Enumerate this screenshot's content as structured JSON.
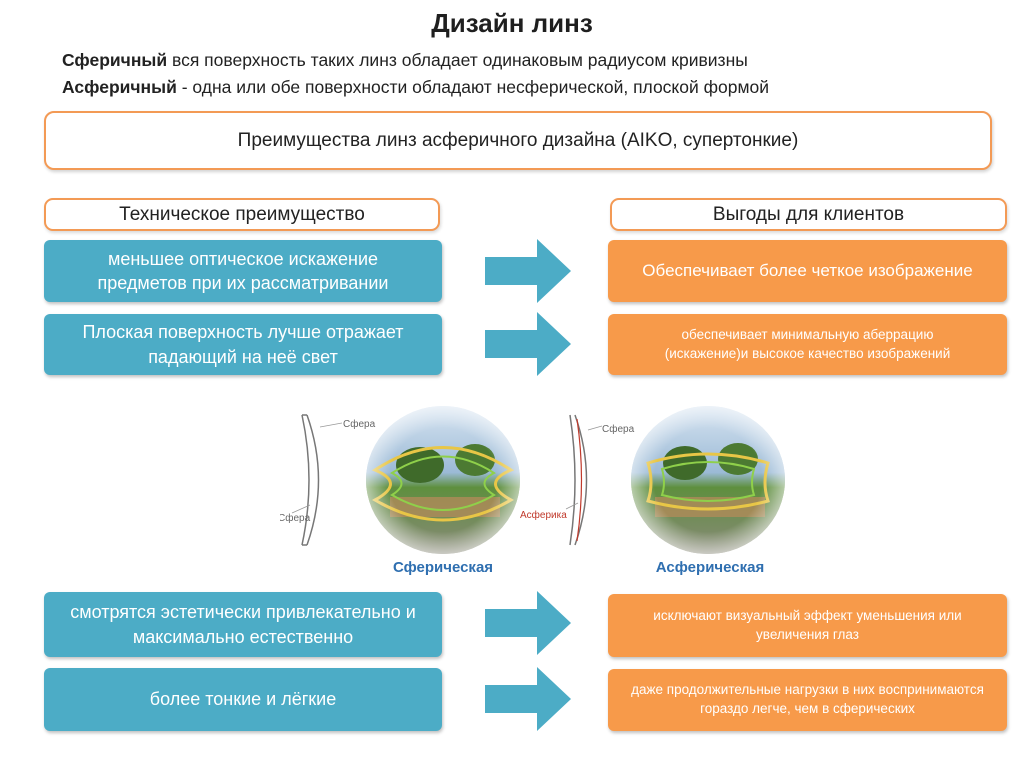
{
  "title": "Дизайн линз",
  "definitions": {
    "spherical_term": "Сферичный",
    "spherical_text": " вся поверхность таких линз обладает одинаковым радиусом кривизны",
    "aspherical_term": "Асферичный",
    "aspherical_text": " - одна или обе поверхности обладают несферической, плоской формой"
  },
  "advantages_header": "Преимущества линз асферичного дизайна (AIKO, супертонкие)",
  "columns": {
    "left": "Техническое преимущество",
    "right": "Выгоды для клиентов"
  },
  "rows": [
    {
      "tech": "меньшее оптическое искажение предметов при их рассматривании",
      "benefit": "Обеспечивает более четкое изображение"
    },
    {
      "tech": "Плоская поверхность лучше отражает падающий на неё свет",
      "benefit": "обеспечивает минимальную аберрацию (искажение)и высокое качество изображений"
    },
    {
      "tech": "смотрятся эстетически привлекательно и максимально естественно",
      "benefit": "исключают визуальный эффект уменьшения или увеличения глаз"
    },
    {
      "tech": "более тонкие и лёгкие",
      "benefit": "даже продолжительные нагрузки в них воспринимаются гораздо легче, чем в сферических"
    }
  ],
  "illustration": {
    "spherical_caption": "Сферическая",
    "aspherical_caption": "Асферическая",
    "label_sphere": "Сфера",
    "label_asphere": "Асферика"
  },
  "colors": {
    "blue": "#4cacc6",
    "orange": "#f79a4a",
    "border_orange": "#f39a55"
  }
}
